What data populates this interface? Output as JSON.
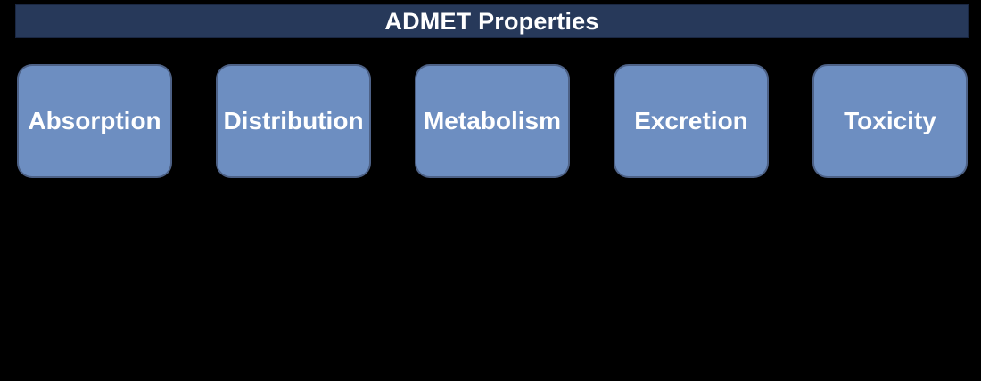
{
  "header": {
    "title": "ADMET Properties"
  },
  "nodes": [
    {
      "label": "Absorption"
    },
    {
      "label": "Distribution"
    },
    {
      "label": "Metabolism"
    },
    {
      "label": "Excretion"
    },
    {
      "label": "Toxicity"
    }
  ],
  "colors": {
    "background": "#000000",
    "header_bg": "#27395a",
    "header_border": "#1a2742",
    "node_bg": "#6d8ec1",
    "node_border": "#4d6186",
    "text": "#ffffff"
  }
}
